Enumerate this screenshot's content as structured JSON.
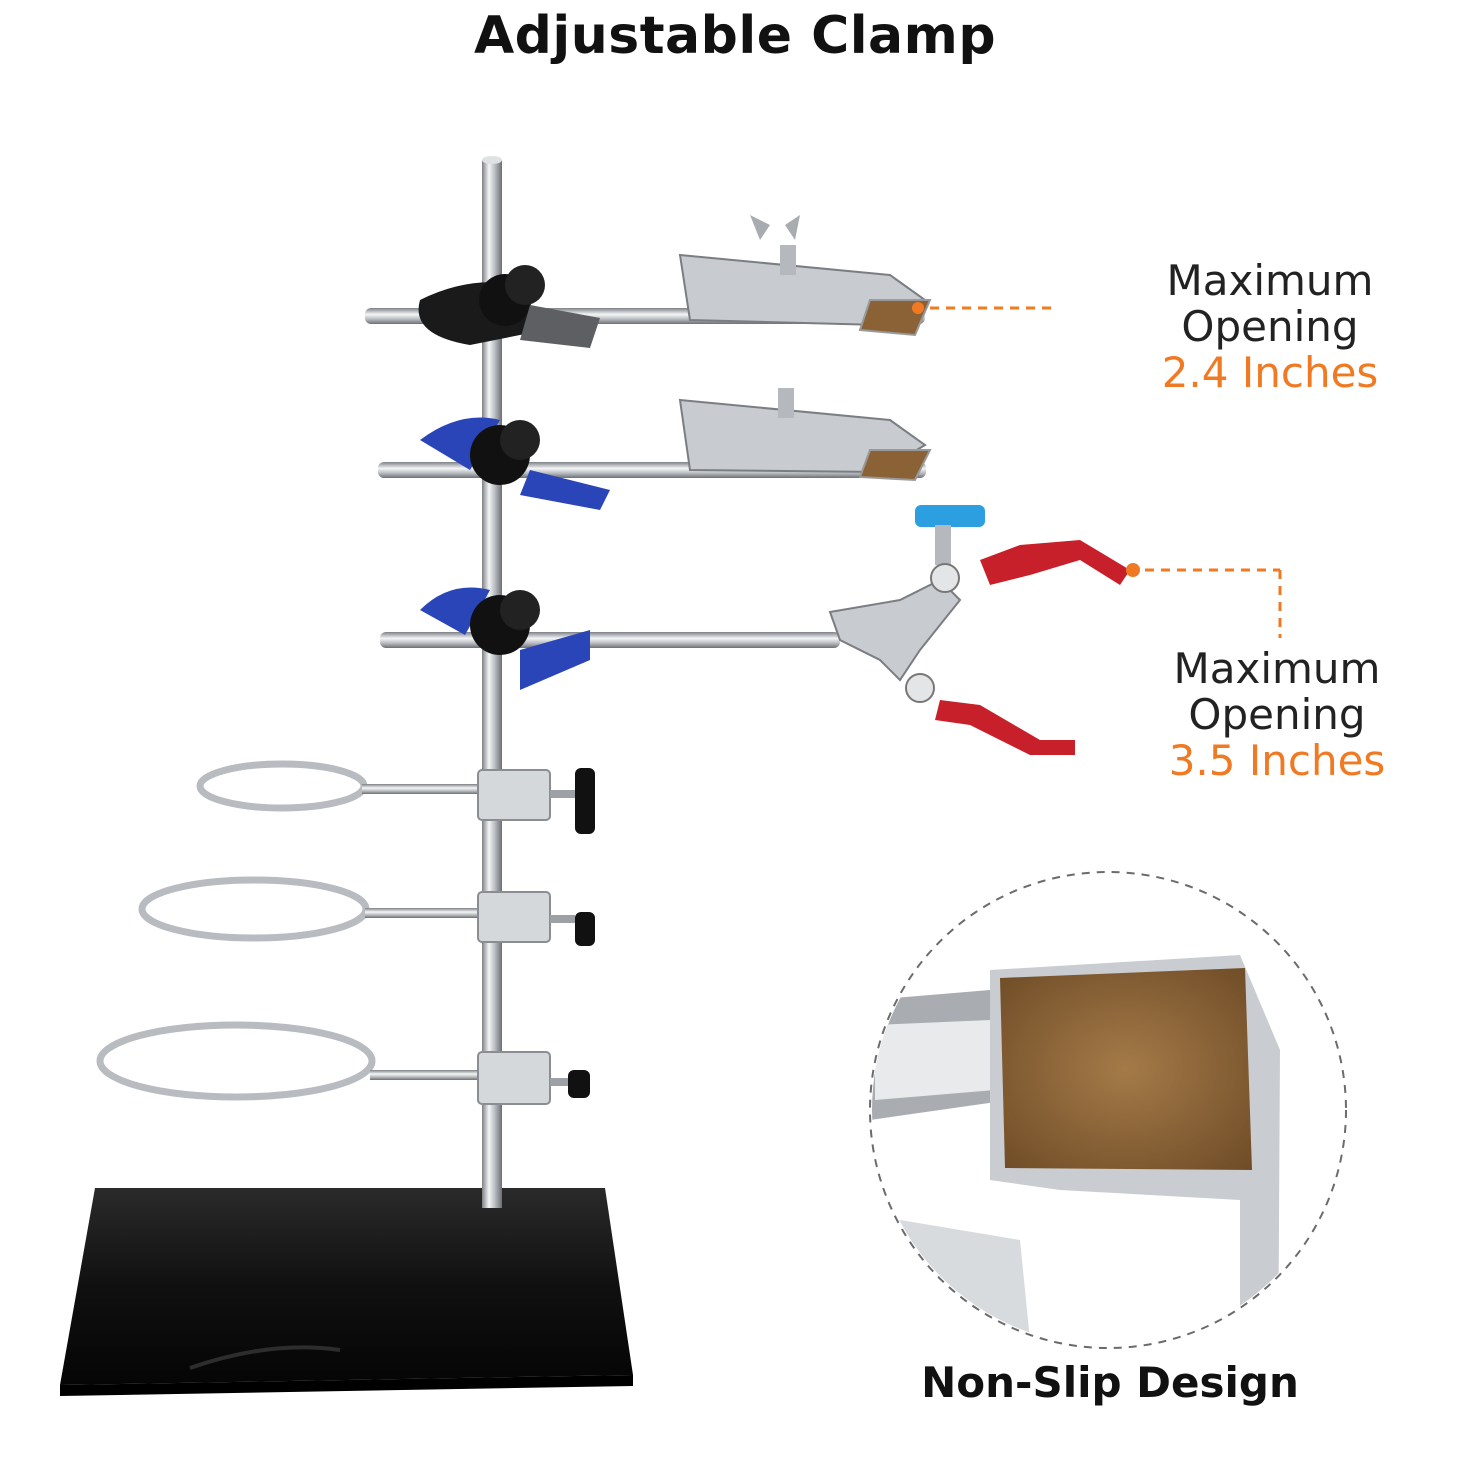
{
  "title": "Adjustable Clamp",
  "annotations": [
    {
      "label": "Maximum Opening",
      "value": "2.4 Inches"
    },
    {
      "label": "Maximum Opening",
      "value": "3.5 Inches"
    }
  ],
  "detail_caption": "Non-Slip Design",
  "colors": {
    "accent": "#f07a23",
    "text": "#111111",
    "base": "#141414",
    "chrome": "#c9ccd0",
    "blue_knob": "#2945b8",
    "red_grip": "#c8202a",
    "cork": "#8a6236"
  }
}
